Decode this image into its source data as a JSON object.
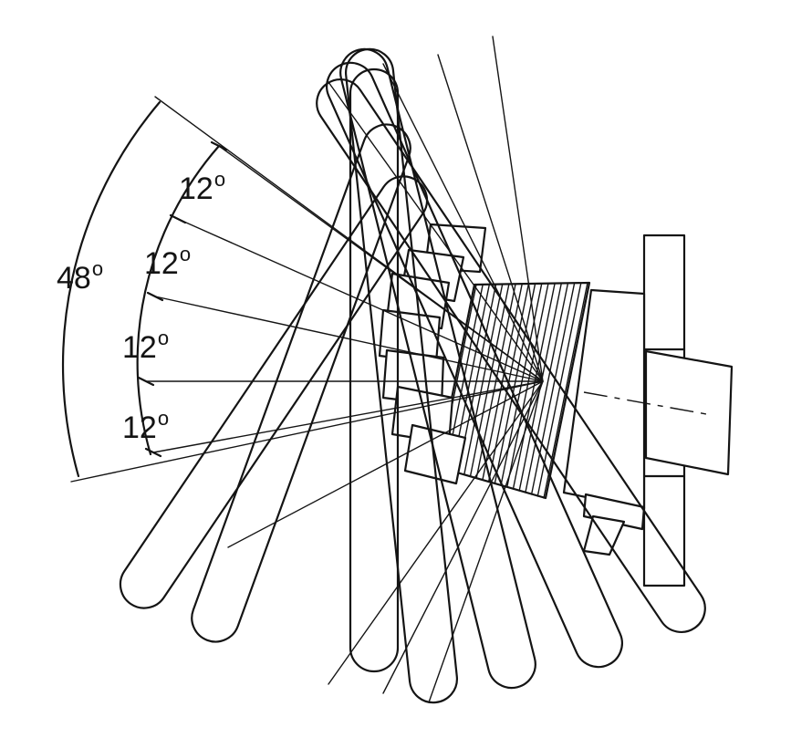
{
  "angle_labels": [
    {
      "id": "total",
      "value": "48",
      "mark": "o"
    },
    {
      "id": "seg1",
      "value": "12",
      "mark": "o"
    },
    {
      "id": "seg2",
      "value": "12",
      "mark": "o"
    },
    {
      "id": "seg3",
      "value": "12",
      "mark": "o"
    },
    {
      "id": "seg4",
      "value": "12",
      "mark": "o"
    }
  ],
  "colors": {
    "ink": "#141414",
    "background": "#ffffff"
  }
}
